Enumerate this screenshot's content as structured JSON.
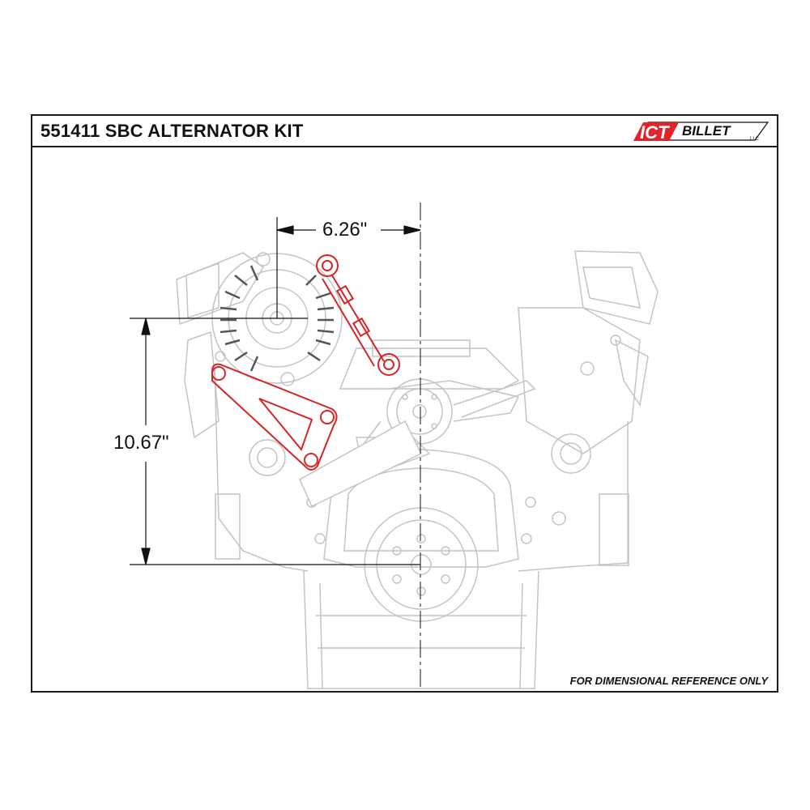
{
  "title": "551411 SBC ALTERNATOR KIT",
  "logo": {
    "text_main": "ICT",
    "text_sub": "BILLET",
    "text_small": "LLC",
    "accent_color": "#e0242a"
  },
  "dimensions": {
    "horizontal": "6.26\"",
    "vertical": "10.67\""
  },
  "disclaimer": "FOR DIMENSIONAL REFERENCE ONLY",
  "colors": {
    "outline": "#c4c4c4",
    "dimension": "#111111",
    "bracket": "#d42626"
  }
}
